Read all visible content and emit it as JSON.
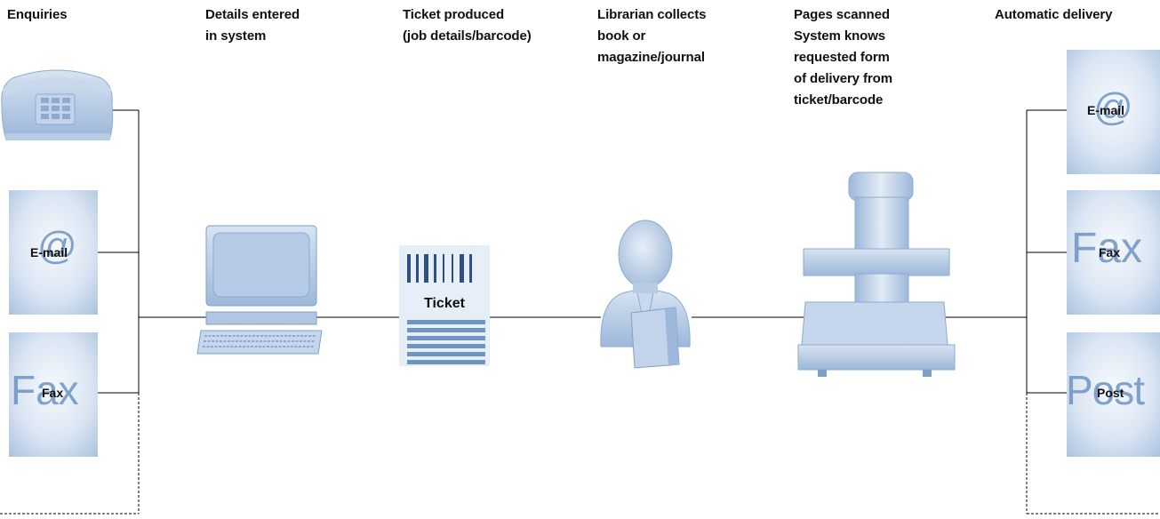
{
  "stages": [
    {
      "title": "Enquiries"
    },
    {
      "title": "Details entered\nin system"
    },
    {
      "title": "Ticket produced\n(job details/barcode)"
    },
    {
      "title": "Librarian collects\nbook or\nmagazine/journal"
    },
    {
      "title": "Pages scanned\nSystem knows\nrequested form\nof delivery from\nticket/barcode"
    },
    {
      "title": "Automatic delivery"
    }
  ],
  "enquiry_channels": {
    "email_label": "E-mail",
    "email_glyph": "@",
    "fax_label": "Fax",
    "fax_glyph": "Fax"
  },
  "ticket": {
    "label": "Ticket"
  },
  "delivery_channels": {
    "email_label": "E-mail",
    "email_glyph": "@",
    "fax_label": "Fax",
    "fax_glyph": "Fax",
    "post_label": "Post",
    "post_glyph": "Post"
  },
  "icons": [
    "telephone-icon",
    "computer-icon",
    "ticket-icon",
    "librarian-icon",
    "scanner-icon"
  ],
  "colors": {
    "card_light": "#eef3fa",
    "card_dark": "#9fb9d9",
    "device": "#a9c2e0",
    "device_dark": "#7f9fc8",
    "glyph": "#6d94c2",
    "line": "#000000"
  }
}
